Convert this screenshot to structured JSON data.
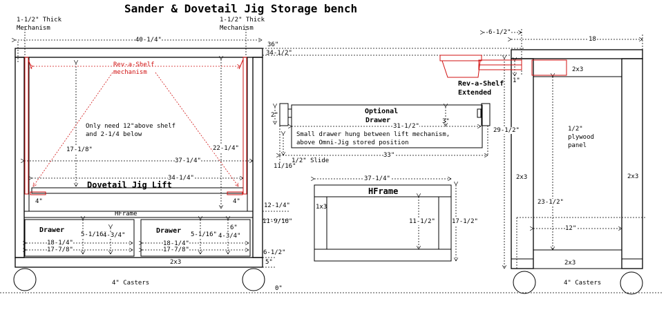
{
  "title": "Sander & Dovetail Jig Storage bench",
  "labels": {
    "thick_mech_left_1": "1-1/2\" Thick",
    "thick_mech_left_2": "Mechanism",
    "thick_mech_right_1": "1-1/2\" Thick",
    "thick_mech_right_2": "Mechanism",
    "width_top": "40-1/4\"",
    "h36": "36\"",
    "h34_5": "34-1/2\"",
    "rev_a_shelf_1": "Rev-a-Shelf",
    "rev_a_shelf_2": "mechanism",
    "only_need_1": "Only need 12\"above shelf",
    "only_need_2": "and 2-1/4 below",
    "h17_1_8": "17-1/8\"",
    "h22_1_4": "22-1/4\"",
    "w37_1_4": "37-1/4\"",
    "w34_1_4": "34-1/4\"",
    "dovetail_lift": "Dovetail Jig Lift",
    "four_in_left": "4\"",
    "four_in_right": "4\"",
    "hframe_small": "HFrame",
    "h12_1_4": "12-1/4\"",
    "h11_9_16": "11-9/16\"",
    "drawer_left": "Drawer",
    "drawer_right": "Drawer",
    "d5_1_16_left": "5-1/16\"",
    "d4_3_4_left": "4-3/4\"",
    "d5_1_16_right": "5-1/16\"",
    "d4_3_4_right": "4-3/4\"",
    "six_in": "6\"",
    "d18_1_4_left": "18-1/4\"",
    "d17_7_8_left": "17-7/8\"",
    "d18_1_4_right": "18-1/4\"",
    "d17_7_8_right": "17-7/8\"",
    "h6_1_2": "6-1/2\"",
    "h5": "5\"",
    "two_by_three_front": "2x3",
    "casters_front": "4\" Casters",
    "zero": "0\"",
    "optional_drawer_1": "Optional",
    "optional_drawer_2": "Drawer",
    "od_31_1_2": "31-1/2\"",
    "od_3": "3\"",
    "od_2": "2\"",
    "small_drawer_1": "Small drawer hung between lift mechanism,",
    "small_drawer_2": "above Omni-Jig stored position",
    "od_33": "33\"",
    "od_11_16": "11/16\"",
    "od_slide": "1/2\" Slide",
    "hf_37_1_4": "37-1/4\"",
    "hframe_big": "HFrame",
    "hf_1x3": "1x3",
    "hf_11_1_2": "11-1/2\"",
    "hf_17_1_2": "17-1/2\"",
    "side_6_1_2": "6-1/2\"",
    "side_18": "18",
    "rev_ext_1": "Rev-a-Shelf",
    "rev_ext_2": "Extended",
    "side_2x3_top": "2x3",
    "side_1": "1\"",
    "side_29_1_2": "29-1/2\"",
    "plywood_1": "1/2\"",
    "plywood_2": "plywood",
    "plywood_3": "panel",
    "side_2x3_left": "2x3",
    "side_2x3_right": "2x3",
    "side_23_1_2": "23-1/2\"",
    "side_12": "12\"",
    "side_2x3_bottom": "2x3",
    "casters_side": "4\" Casters"
  },
  "colors": {
    "line": "#000000",
    "accent_red": "#d01010"
  }
}
